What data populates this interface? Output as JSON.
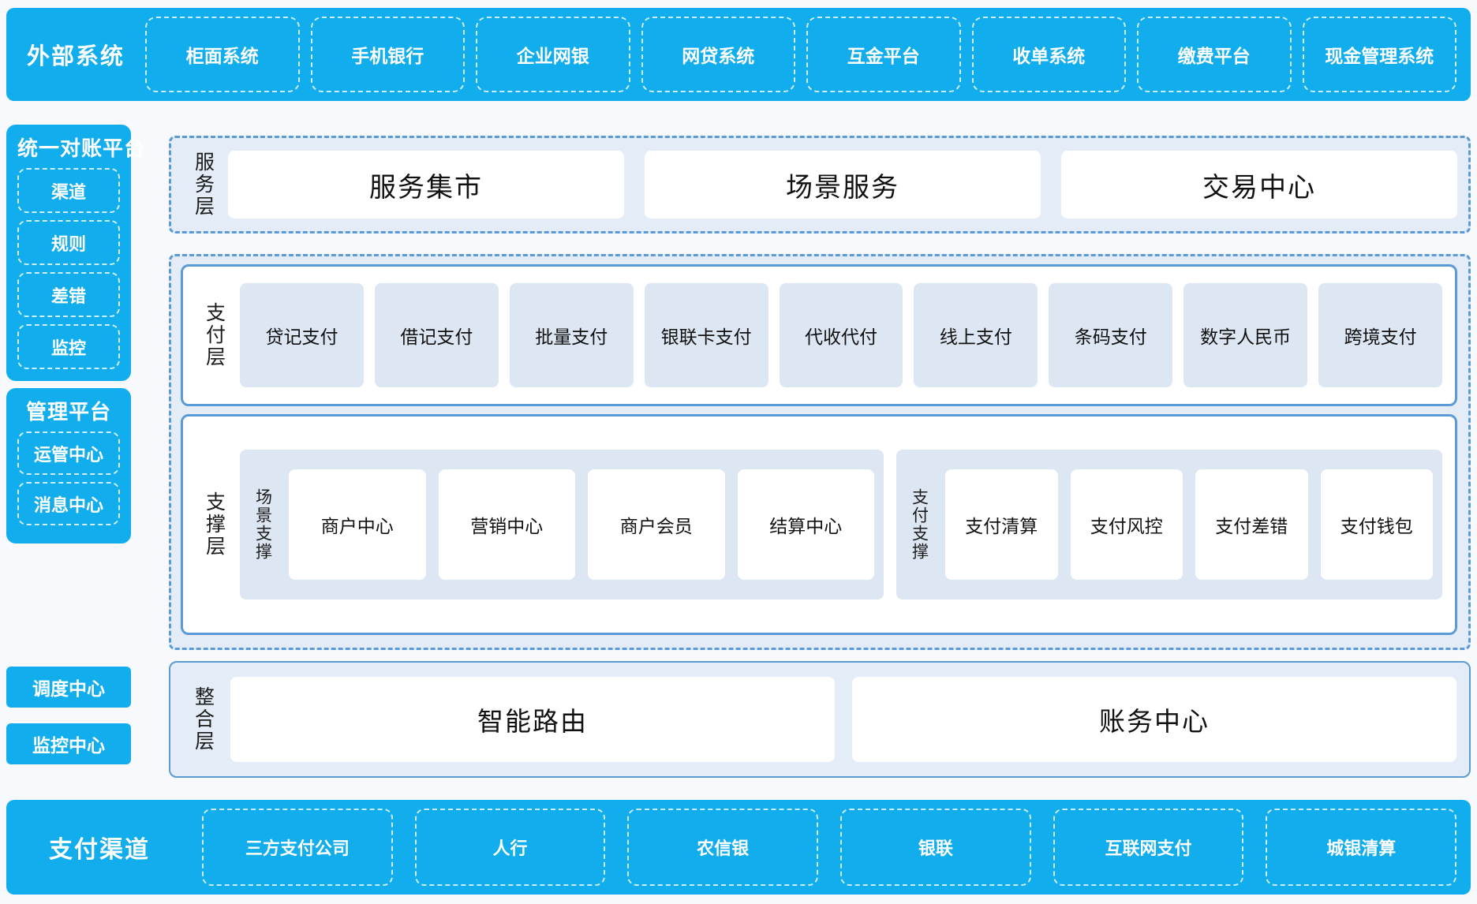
{
  "colors": {
    "brand_cyan": "#11ADEC",
    "card_blue": "#dde6f3",
    "border_blue": "#5b9bd5",
    "panel_bg": "#e3ecf7",
    "page_bg": "#f7f9fc"
  },
  "external": {
    "title": "外部系统",
    "items": [
      "柜面系统",
      "手机银行",
      "企业网银",
      "网贷系统",
      "互金平台",
      "收单系统",
      "缴费平台",
      "现金管理系统"
    ]
  },
  "sidebar": {
    "reconciliation": {
      "title": "统一对账平台",
      "items": [
        "渠道",
        "规则",
        "差错",
        "监控"
      ]
    },
    "management": {
      "title": "管理平台",
      "items": [
        "运管中心",
        "消息中心"
      ]
    },
    "standalone": [
      "调度中心",
      "监控中心"
    ]
  },
  "service_layer": {
    "label": "服务层",
    "items": [
      "服务集市",
      "场景服务",
      "交易中心"
    ]
  },
  "payment_layer": {
    "label": "支付层",
    "items": [
      "贷记支付",
      "借记支付",
      "批量支付",
      "银联卡支付",
      "代收代付",
      "线上支付",
      "条码支付",
      "数字人民币",
      "跨境支付"
    ]
  },
  "support_layer": {
    "label": "支撑层",
    "groups": [
      {
        "label": "场景支撑",
        "items": [
          "商户中心",
          "营销中心",
          "商户会员",
          "结算中心"
        ]
      },
      {
        "label": "支付支撑",
        "items": [
          "支付清算",
          "支付风控",
          "支付差错",
          "支付钱包"
        ]
      }
    ]
  },
  "integration_layer": {
    "label": "整合层",
    "items": [
      "智能路由",
      "账务中心"
    ]
  },
  "channel": {
    "title": "支付渠道",
    "items": [
      "三方支付公司",
      "人行",
      "农信银",
      "银联",
      "互联网支付",
      "城银清算"
    ]
  }
}
